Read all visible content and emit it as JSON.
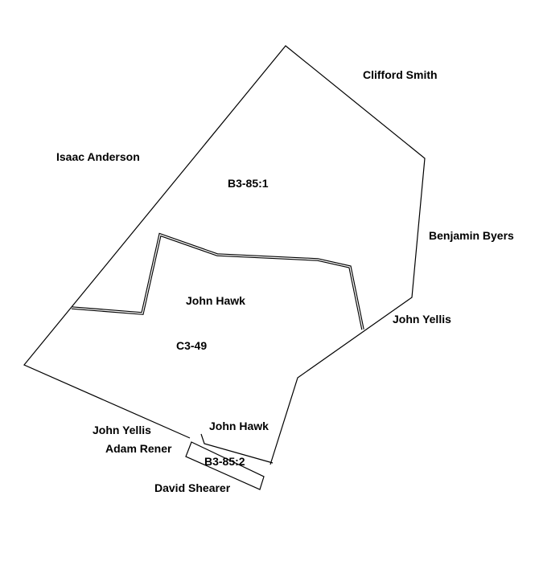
{
  "parcels": [
    {
      "id": "parcel-b3-85-1",
      "label": "B3-85:1"
    },
    {
      "id": "parcel-c3-49",
      "label": "C3-49",
      "owner": "John Hawk"
    },
    {
      "id": "parcel-b3-85-2",
      "label": "B3-85:2"
    }
  ],
  "neighbors": {
    "clifford_smith": "Clifford Smith",
    "isaac_anderson": "Isaac Anderson",
    "benjamin_byers": "Benjamin Byers",
    "john_yellis_east": "John Yellis",
    "john_yellis_south": "John Yellis",
    "john_hawk_south": "John Hawk",
    "adam_rener": "Adam Rener",
    "david_shearer": "David Shearer"
  },
  "colors": {
    "line": "#000000",
    "text": "#000000",
    "background": "#ffffff"
  }
}
